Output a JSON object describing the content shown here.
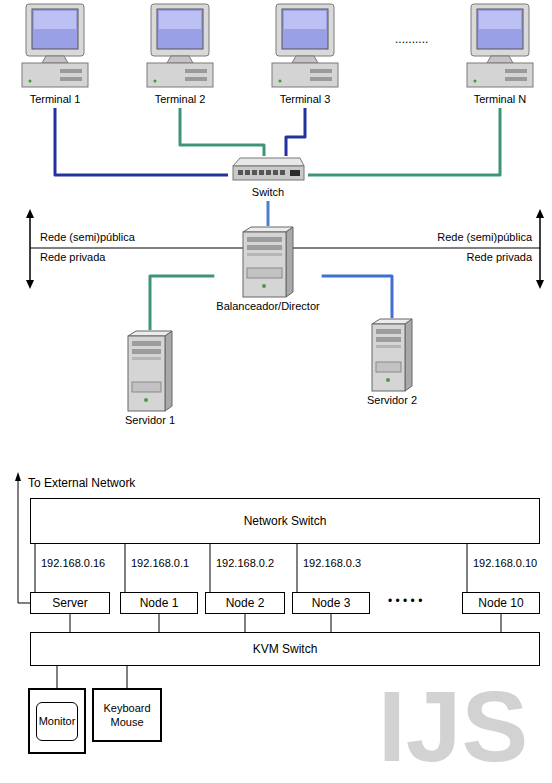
{
  "diagram": {
    "nodes": [
      {
        "text": [
          "Terminal 1"
        ]
      },
      {
        "text": [
          "Terminal 2"
        ]
      },
      {
        "text": [
          "Terminal 3"
        ]
      },
      {
        "text": [
          "Terminal N"
        ]
      },
      {
        "text": [
          "Switch"
        ]
      },
      {
        "text": [
          "Balanceador/Director"
        ]
      },
      {
        "text": [
          "Servidor 1"
        ]
      },
      {
        "text": [
          "Servidor 2"
        ]
      },
      {
        "text": [
          "Network Switch"
        ]
      },
      {
        "text": [
          "Server"
        ]
      },
      {
        "text": [
          "Node 1"
        ]
      },
      {
        "text": [
          "Node 2"
        ]
      },
      {
        "text": [
          "Node 3"
        ]
      },
      {
        "text": [
          "Node 10"
        ]
      },
      {
        "text": [
          "KVM Switch"
        ]
      },
      {
        "text": [
          "Monitor"
        ]
      },
      {
        "text": [
          "Keyboard Mouse"
        ]
      }
    ],
    "edges": [
      {
        "from": 0,
        "to": 4,
        "arrow": "none"
      },
      {
        "from": 1,
        "to": 4,
        "arrow": "none"
      },
      {
        "from": 2,
        "to": 4,
        "arrow": "none"
      },
      {
        "from": 3,
        "to": 4,
        "arrow": "none"
      },
      {
        "from": 4,
        "to": 5,
        "arrow": "none"
      },
      {
        "from": 5,
        "to": 6,
        "arrow": "none"
      },
      {
        "from": 5,
        "to": 7,
        "arrow": "none"
      },
      {
        "from": 8,
        "to": 9,
        "label": "192.168.0.16",
        "arrow": "none"
      },
      {
        "from": 8,
        "to": 10,
        "label": "192.168.0.1",
        "arrow": "none"
      },
      {
        "from": 8,
        "to": 11,
        "label": "192.168.0.2",
        "arrow": "none"
      },
      {
        "from": 8,
        "to": 12,
        "label": "192.168.0.3",
        "arrow": "none"
      },
      {
        "from": 8,
        "to": 13,
        "label": "192.168.0.10",
        "arrow": "none"
      },
      {
        "from": 9,
        "to": 14,
        "arrow": "none"
      },
      {
        "from": 10,
        "to": 14,
        "arrow": "none"
      },
      {
        "from": 11,
        "to": 14,
        "arrow": "none"
      },
      {
        "from": 12,
        "to": 14,
        "arrow": "none"
      },
      {
        "from": 13,
        "to": 14,
        "arrow": "none"
      },
      {
        "from": 14,
        "to": 15,
        "arrow": "none"
      },
      {
        "from": 14,
        "to": 16,
        "arrow": "none"
      }
    ],
    "labels": [
      "..........",
      "Rede (semi)pública",
      "Rede privada",
      "Rede (semi)pública",
      "Rede privada",
      "To External Network",
      "• • • • •",
      "IJS"
    ]
  }
}
